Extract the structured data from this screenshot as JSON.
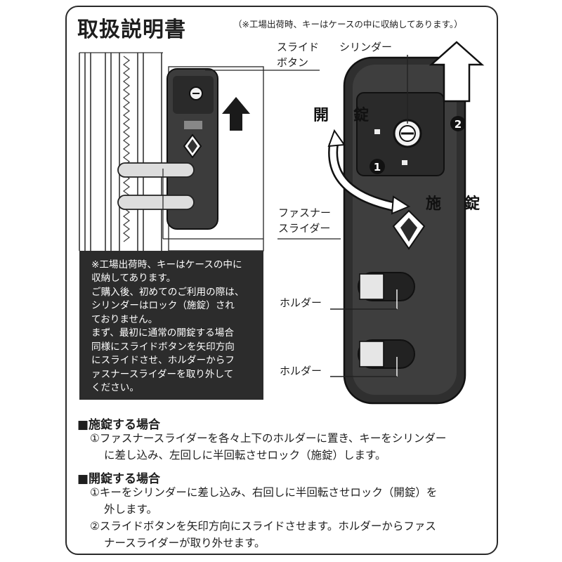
{
  "title": "取扱説明書",
  "title_note": "（※工場出荷時、キーはケースの中に収納してあります。）",
  "labels": {
    "slide_button_line1": "スライド",
    "slide_button_line2": "ボタン",
    "cylinder": "シリンダー",
    "fastener_slider_line1": "ファスナー",
    "fastener_slider_line2": "スライダー",
    "holder_1": "ホルダー",
    "holder_2": "ホルダー"
  },
  "diagram_marks": {
    "unlock_char_1": "開",
    "unlock_char_2": "錠",
    "lock_char_1": "施",
    "lock_char_2": "錠",
    "step_1": "1",
    "step_2": "2"
  },
  "note_box": [
    "※工場出荷時、キーはケースの中に",
    "収納してあります。",
    "ご購入後、初めてのご利用の際は、",
    "シリンダーはロック（施錠）され",
    "ておりません。",
    "まず、最初に通常の開錠する場合",
    "同様にスライドボタンを矢印方向",
    "にスライドさせ、ホルダーからフ",
    "ァスナースライダーを取り外して",
    "ください。"
  ],
  "sections": [
    {
      "heading": "■施錠する場合",
      "lines": [
        "①ファスナースライダーを各々上下のホルダーに置き、キーをシリンダー",
        "に差し込み、左回しに半回転させロック（施錠）します。"
      ]
    },
    {
      "heading": "■開錠する場合",
      "lines": [
        "①キーをシリンダーに差し込み、右回しに半回転させロック（開錠）を",
        "外します。",
        "②スライドボタンを矢印方向にスライドさせます。ホルダーからファス",
        "ナースライダーが取り外せます。"
      ]
    }
  ]
}
